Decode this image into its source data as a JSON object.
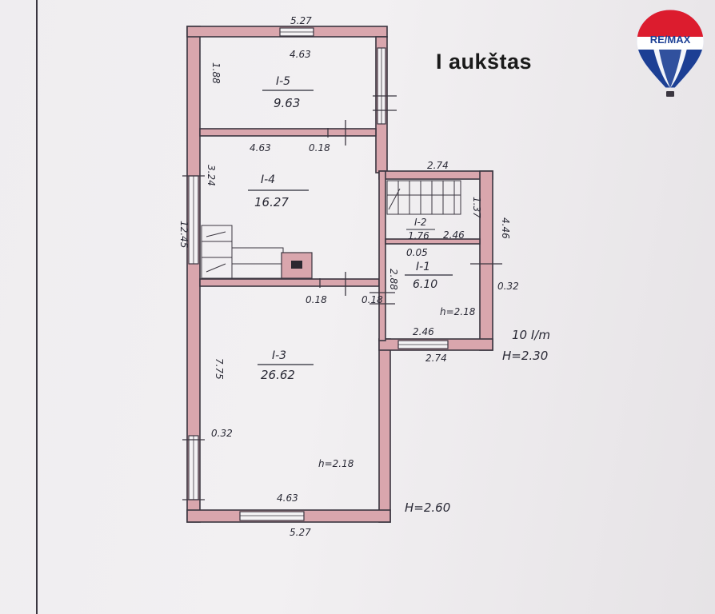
{
  "title": "I aukštas",
  "logo": {
    "text": "RE/MAX"
  },
  "colors": {
    "wall": "#d9a6ad",
    "wall_edge": "#3b3640",
    "ink": "#2a2a36",
    "logo_red": "#dc1c2e",
    "logo_blue": "#1c3f94"
  },
  "rooms": {
    "r5": {
      "label": "I-5",
      "area": "9.63"
    },
    "r4": {
      "label": "I-4",
      "area": "16.27"
    },
    "r3": {
      "label": "I-3",
      "area": "26.62"
    },
    "r2": {
      "label": "I-2",
      "area": "1.76"
    },
    "r1": {
      "label": "I-1",
      "area": "6.10"
    }
  },
  "dims": {
    "top_outer": "5.27",
    "top_inner": "4.63",
    "r5_height": "1.88",
    "r5_bottom": "4.63",
    "r5_wall": "0.18",
    "r4_height": "3.24",
    "overall_length": "12.45",
    "r4_wall": "0.18",
    "r4_wall2": "0.18",
    "r3_height": "7.75",
    "r3_wall": "0.32",
    "r3_h": "h=2.18",
    "bottom_inner": "4.63",
    "bottom_outer": "5.27",
    "main_H": "H=2.60",
    "annex_top": "2.74",
    "annex_side_upper": "1.37",
    "annex_side": "4.46",
    "annex_inner": "2.46",
    "annex_wall_thin": "0.05",
    "annex_left": "2.88",
    "annex_wall": "0.32",
    "annex_h": "h=2.18",
    "annex_bottom_inner": "2.46",
    "annex_bottom_outer": "2.74",
    "annex_note": "10 I/m",
    "annex_H": "H=2.30"
  }
}
